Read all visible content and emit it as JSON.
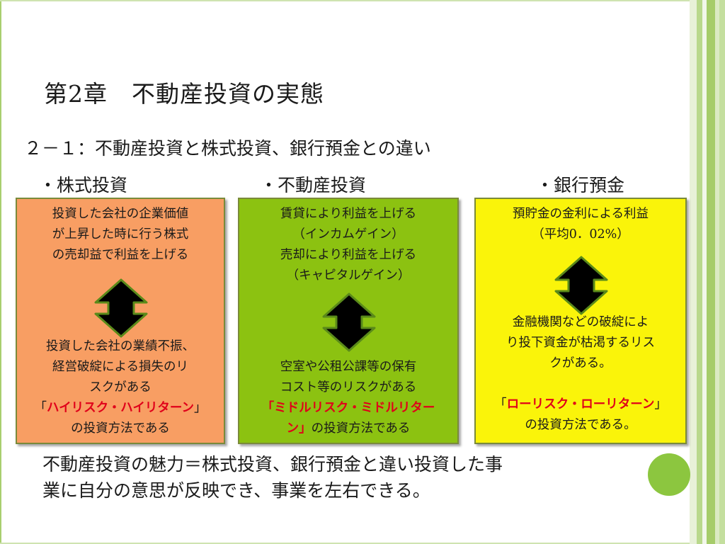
{
  "slide": {
    "title": "第2章　不動産投資の実態",
    "subtitle": "２－１：不動産投資と株式投資、銀行預金との違い"
  },
  "columns": {
    "stock": {
      "label": "・株式投資",
      "upper": "投資した会社の企業価値\nが上昇した時に行う株式\nの売却益で利益を上げる",
      "lower_pre": "投資した会社の業績不振、\n経営破綻による損失のリ\nスクがある\n「",
      "lower_em": "ハイリスク・ハイリターン",
      "lower_post": "」\nの投資方法である"
    },
    "real_estate": {
      "label": "・不動産投資",
      "upper": "賃貸により利益を上げる\n（インカムゲイン）\n売却により利益を上げる\n（キャピタルゲイン）",
      "lower_pre": "空室や公租公課等の保有\nコスト等のリスクがある\n",
      "lower_em": "「ミドルリスク・ミドルリター\nン」",
      "lower_post": "の投資方法である"
    },
    "bank": {
      "label": "・銀行預金",
      "upper": "預貯金の金利による利益\n（平均0．02%）",
      "lower_pre": "金融機関などの破綻によ\nり投下資金が枯渇するリス\nクがある。\n\n「",
      "lower_em": "ローリスク・ローリターン",
      "lower_post": "」\nの投資方法である。"
    }
  },
  "conclusion": {
    "line1": "不動産投資の魅力＝株式投資、銀行預金と違い投資した事",
    "line2": "業に自分の意思が反映でき、事業を左右できる。"
  },
  "colors": {
    "stock_box": "#f89e63",
    "real_estate_box": "#8cc211",
    "bank_box": "#faf40a",
    "emphasis_text": "#e0001a",
    "arrow_fill": "#000000",
    "arrow_outline": "#5a8a1a",
    "accent_circle": "#8cc63f"
  },
  "icons": {
    "up_down_arrow": "up-down-arrow-icon",
    "decor_circle": "green-circle"
  }
}
